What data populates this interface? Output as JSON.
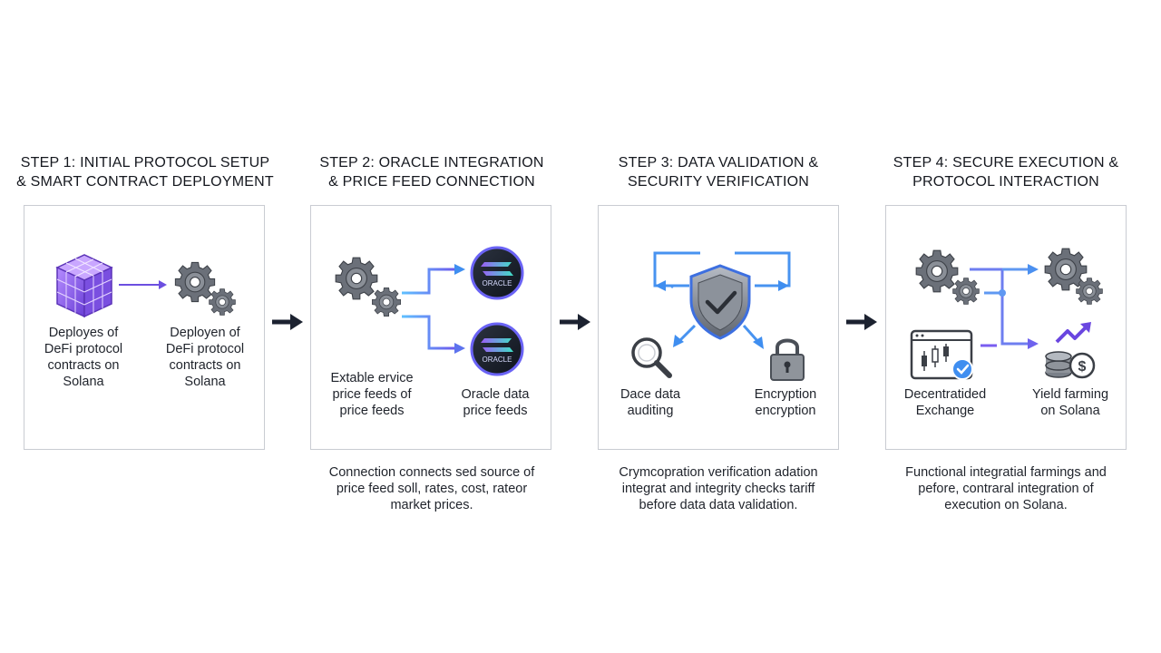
{
  "steps": [
    {
      "title_line1": "STEP 1: INITIAL PROTOCOL SETUP",
      "title_line2": "& SMART CONTRACT DEPLOYMENT",
      "label_left": [
        "Deployes of",
        "DeFi protocol",
        "contracts on",
        "Solana"
      ],
      "label_right": [
        "Deployen of",
        "DeFi protocol",
        "contracts on",
        "Solana"
      ]
    },
    {
      "title_line1": "STEP 2: ORACLE INTEGRATION",
      "title_line2": "& PRICE FEED CONNECTION",
      "badge_text": "ORACLE",
      "label_left": [
        "Extable ervice",
        "price feeds of",
        "price feeds"
      ],
      "label_right": [
        "Oracle data",
        "price feeds"
      ],
      "description": [
        "Connection connects sed source of",
        "price feed soll, rates, cost, rateor",
        "market prices."
      ]
    },
    {
      "title_line1": "STEP 3: DATA VALIDATION &",
      "title_line2": "SECURITY VERIFICATION",
      "label_left": [
        "Dace data",
        "auditing"
      ],
      "label_right": [
        "Encryption",
        "encryption"
      ],
      "description": [
        "Crymcopration verification adation",
        "integrat and integrity checks tariff",
        "before data data validation."
      ]
    },
    {
      "title_line1": "STEP 4: SECURE EXECUTION &",
      "title_line2": "PROTOCOL INTERACTION",
      "label_left": [
        "Decentratided",
        "Exchange"
      ],
      "label_right": [
        "Yield farming",
        "on Solana"
      ],
      "description": [
        "Functional integratial farmings and",
        "pefore, contraral integration of",
        "execution on Solana."
      ]
    }
  ],
  "colors": {
    "accent_blue": "#3f8ef0",
    "accent_purple": "#7656e6",
    "gear_gray": "#5b6068",
    "border": "#c9ccd2",
    "arrow_dark": "#1c2230"
  }
}
